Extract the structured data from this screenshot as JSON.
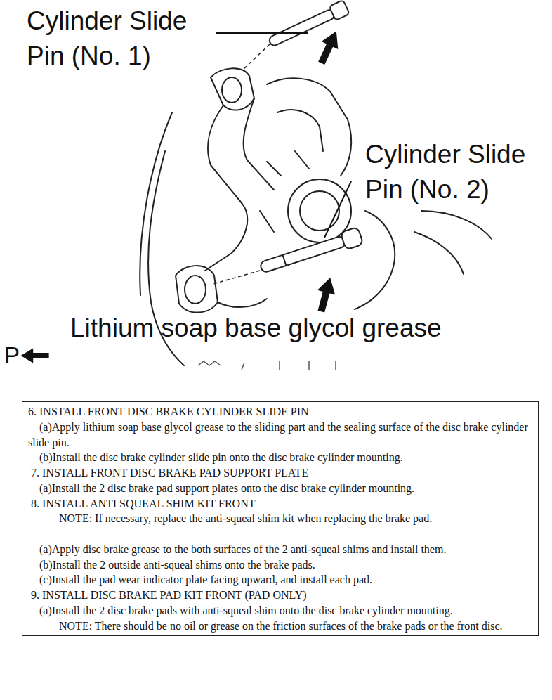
{
  "diagram": {
    "nodes": [
      {
        "text": [
          "6. INSTALL FRONT DISC BRAKE CYLINDER SLIDE PIN",
          "(a)Apply lithium soap base glycol grease to the sliding part and the sealing surface of the disc brake cylinder slide pin.",
          "(b)Install the disc brake cylinder slide pin onto the disc brake cylinder mounting.",
          "7. INSTALL FRONT DISC BRAKE PAD SUPPORT PLATE",
          "(a)Install the 2 disc brake pad support plates onto the disc brake cylinder mounting.",
          "8. INSTALL ANTI SQUEAL SHIM KIT FRONT",
          "NOTE: If necessary, replace the anti-squeal shim kit when replacing the brake pad.",
          "(a)Apply disc brake grease to the both surfaces of the 2 anti-squeal shims and install them.",
          "(b)Install the 2 outside anti-squeal shims onto the brake pads.",
          "(c)Install the pad wear indicator plate facing upward, and install each pad.",
          "9. INSTALL DISC BRAKE PAD KIT FRONT (PAD ONLY)",
          "(a)Install the 2 disc brake pads with anti-squeal shim onto the disc brake cylinder mounting.",
          "NOTE: There should be no oil or grease on the friction surfaces of the brake pads or the front disc."
        ]
      }
    ],
    "labels": [
      "Cylinder Slide Pin (No. 1)",
      "Cylinder Slide Pin (No. 2)",
      "Lithium soap base glycol grease",
      "P"
    ]
  }
}
